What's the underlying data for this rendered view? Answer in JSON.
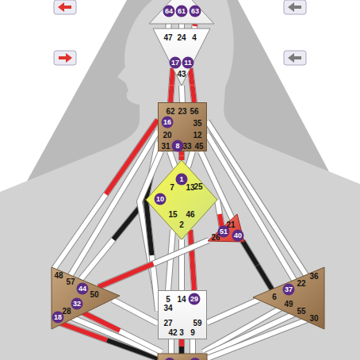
{
  "diagram": {
    "nodes": [
      {
        "text": [
          "64",
          "61",
          "63"
        ]
      },
      {
        "text": [
          "47",
          "24",
          "4",
          "17",
          "11",
          "43"
        ]
      },
      {
        "text": [
          "62",
          "23",
          "56",
          "16",
          "35",
          "20",
          "12",
          "31",
          "8",
          "33",
          "45"
        ]
      },
      {
        "text": [
          "1",
          "7",
          "13",
          "10",
          "25",
          "15",
          "46",
          "2"
        ]
      },
      {
        "text": [
          "21",
          "51",
          "26",
          "40"
        ]
      },
      {
        "text": [
          "48",
          "57",
          "44",
          "50",
          "32",
          "28",
          "18"
        ]
      },
      {
        "text": [
          "5",
          "14",
          "29",
          "34",
          "27",
          "59",
          "42",
          "3",
          "9"
        ]
      },
      {
        "text": [
          "36",
          "22",
          "37",
          "6",
          "49",
          "55",
          "30"
        ]
      }
    ],
    "edges": [
      {
        "from": 0,
        "to": 1,
        "arrow": "none"
      },
      {
        "from": 0,
        "to": 1,
        "arrow": "none"
      },
      {
        "from": 0,
        "to": 1,
        "arrow": "none"
      },
      {
        "from": 1,
        "to": 2,
        "arrow": "none"
      },
      {
        "from": 1,
        "to": 2,
        "arrow": "none"
      },
      {
        "from": 1,
        "to": 2,
        "arrow": "none"
      },
      {
        "from": 2,
        "to": 3,
        "arrow": "none"
      },
      {
        "from": 2,
        "to": 3,
        "arrow": "none"
      },
      {
        "from": 2,
        "to": 3,
        "arrow": "none"
      },
      {
        "from": 2,
        "to": 5,
        "arrow": "none"
      },
      {
        "from": 2,
        "to": 5,
        "arrow": "none"
      },
      {
        "from": 2,
        "to": 3,
        "arrow": "none"
      },
      {
        "from": 3,
        "to": 5,
        "arrow": "none"
      },
      {
        "from": 2,
        "to": 6,
        "arrow": "none"
      },
      {
        "from": 3,
        "to": 6,
        "arrow": "none"
      },
      {
        "from": 2,
        "to": 7,
        "arrow": "none"
      },
      {
        "from": 2,
        "to": 7,
        "arrow": "none"
      },
      {
        "from": 2,
        "to": 4,
        "arrow": "none"
      },
      {
        "from": 3,
        "to": 4,
        "arrow": "none"
      },
      {
        "from": 3,
        "to": 6,
        "arrow": "none"
      },
      {
        "from": 3,
        "to": 6,
        "arrow": "none"
      },
      {
        "from": 3,
        "to": 6,
        "arrow": "none"
      },
      {
        "from": 4,
        "to": 5,
        "arrow": "none"
      },
      {
        "from": 4,
        "to": 7,
        "arrow": "none"
      },
      {
        "from": 5,
        "to": 6,
        "arrow": "none"
      },
      {
        "from": 6,
        "to": 7,
        "arrow": "none"
      }
    ]
  }
}
